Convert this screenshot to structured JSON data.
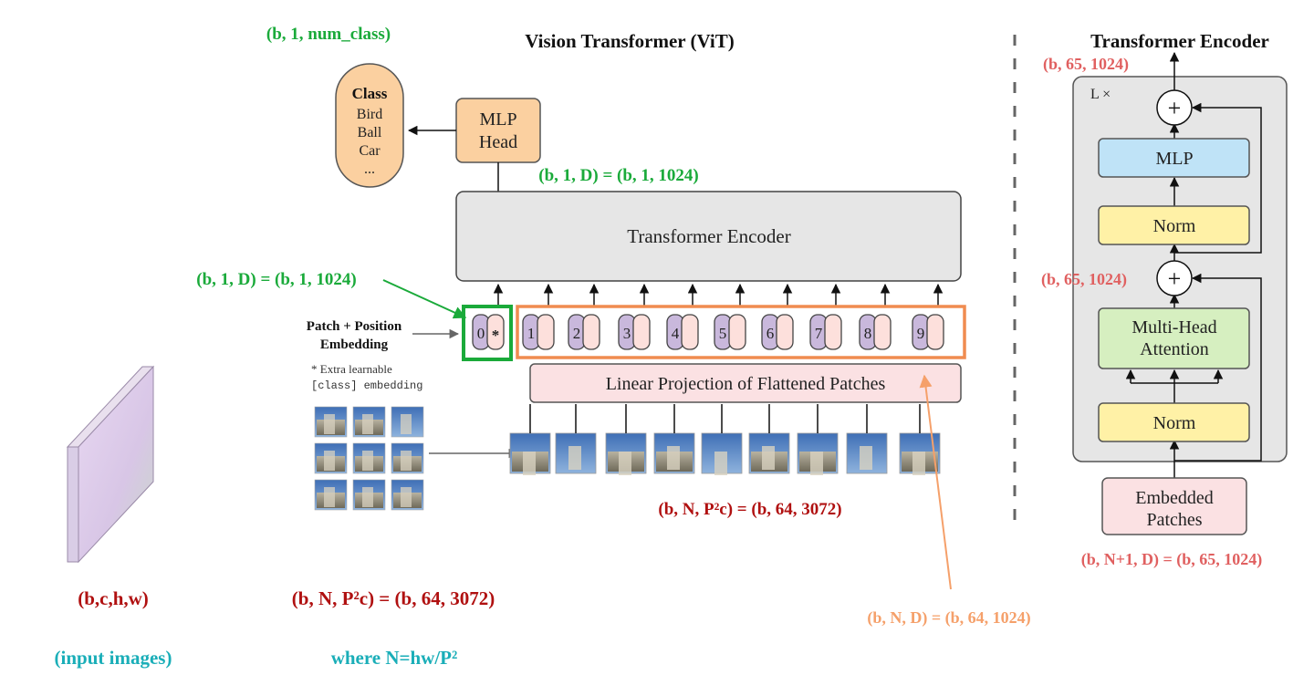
{
  "colors": {
    "green": "#1aaa3a",
    "red": "#b01010",
    "salmon": "#e06060",
    "orange": "#f5a06a",
    "teal": "#1aaeb8",
    "orange_box": "#f08c50",
    "mlp_head_fill": "#fbd0a0",
    "encoder_fill": "#e6e6e6",
    "pink_fill": "#fbe1e3",
    "blue_fill": "#bfe3f7",
    "yellow_fill": "#fff1a6",
    "green_fill": "#d6efc0",
    "token_purple": "#c9b8dc",
    "token_pink": "#fde0dc"
  },
  "vit": {
    "title": "Vision Transformer (ViT)",
    "class_box": {
      "header": "Class",
      "items": [
        "Bird",
        "Ball",
        "Car",
        "..."
      ]
    },
    "mlp_head": [
      "MLP",
      "Head"
    ],
    "encoder_label": "Transformer Encoder",
    "embedding_label": [
      "Patch + Position",
      "Embedding"
    ],
    "extra_note": [
      "* Extra learnable",
      "[class] embedding"
    ],
    "projection_label": "Linear Projection of Flattened Patches",
    "tokens": [
      "0",
      "1",
      "2",
      "3",
      "4",
      "5",
      "6",
      "7",
      "8",
      "9"
    ],
    "class_star": "*"
  },
  "annotations": {
    "output_shape": "(b, 1, num_class)",
    "head_input_shape": "(b, 1, D) = (b, 1, 1024)",
    "cls_token_shape": "(b, 1, D) = (b, 1, 1024)",
    "patches_shape_mid": "(b, N, P²c) = (b, 64, 3072)",
    "input_shape": "(b,c,h,w)",
    "patches_shape_left": "(b, N, P²c) = (b, 64, 3072)",
    "input_caption": "(input images)",
    "n_definition": "where N=hw/P²",
    "projection_output_shape": "(b, N, D) = (b, 64, 1024)"
  },
  "encoder_block": {
    "title": "Transformer Encoder",
    "repeat_label": "L ×",
    "mlp": "MLP",
    "norm_top": "Norm",
    "attention": [
      "Multi-Head",
      "Attention"
    ],
    "norm_bottom": "Norm",
    "embedded": [
      "Embedded",
      "Patches"
    ],
    "top_shape": "(b, 65, 1024)",
    "mid_shape": "(b, 65, 1024)",
    "bottom_shape": "(b, N+1, D) = (b, 65, 1024)",
    "plus": "+"
  }
}
